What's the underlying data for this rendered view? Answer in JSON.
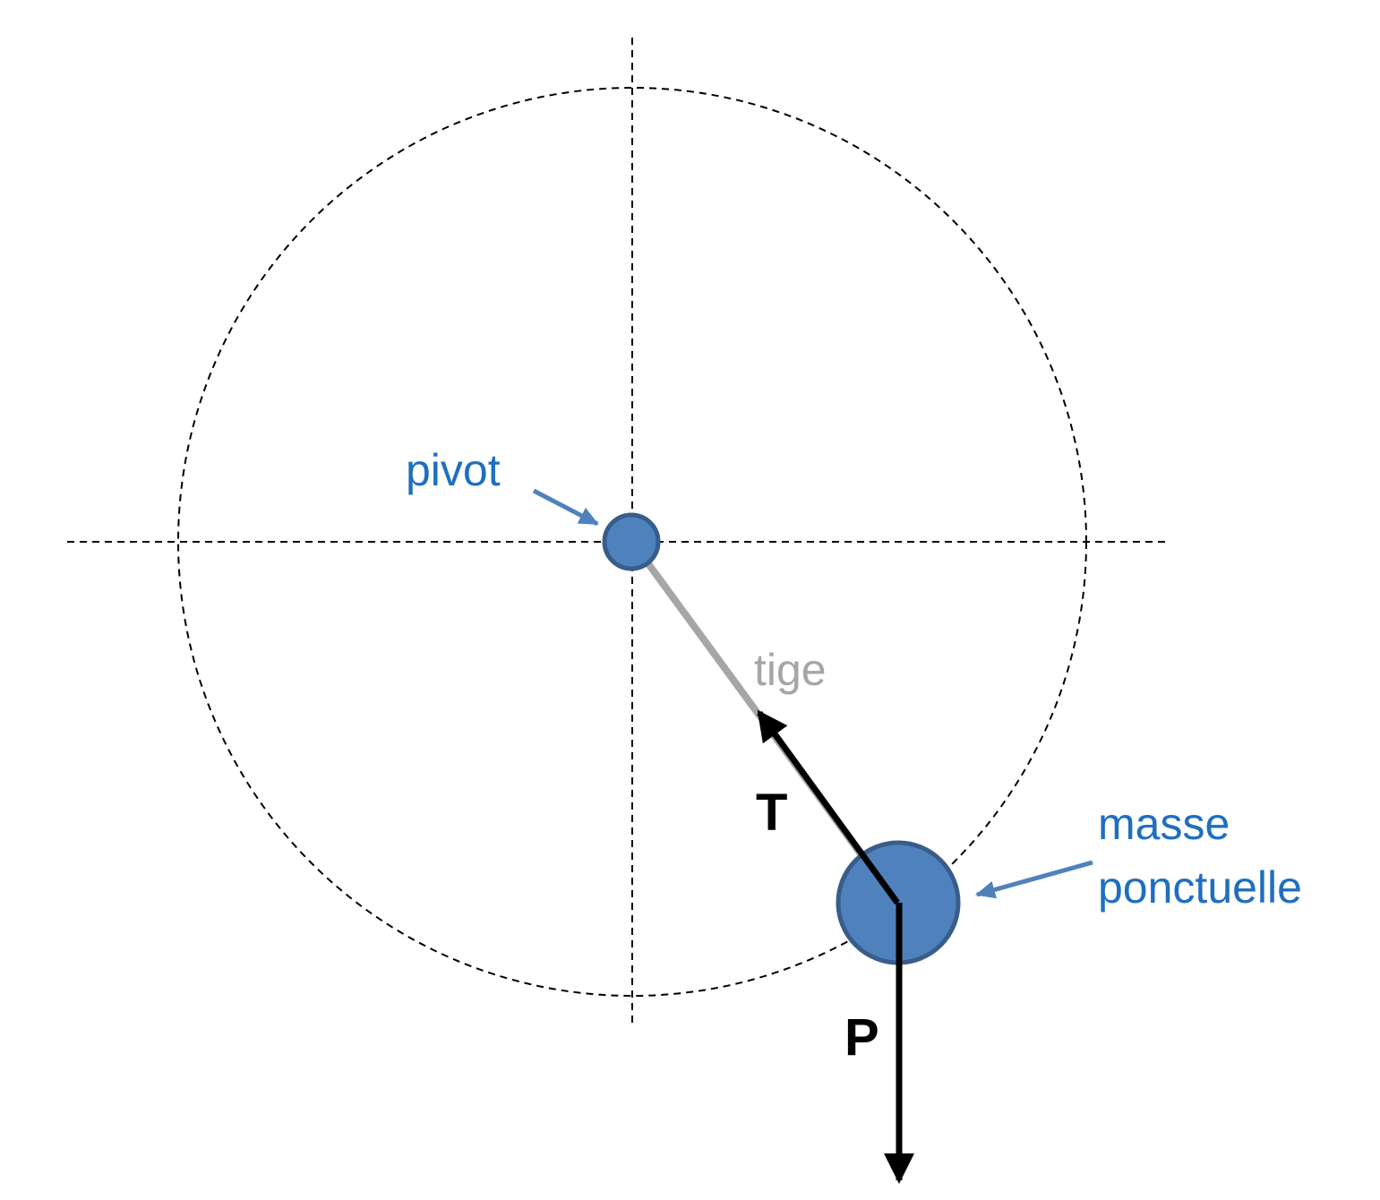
{
  "labels": {
    "pivot": "pivot",
    "rod": "tige",
    "mass_line1": "masse",
    "mass_line2": "ponctuelle",
    "tension": "T",
    "weight": "P"
  },
  "colors": {
    "mass_fill": "#4f81bd",
    "mass_stroke": "#385d8a",
    "label_blue": "#1f6fbf",
    "pointer_arrow": "#4f81bd",
    "rod": "#a6a6a6",
    "force_vectors": "#000000",
    "guide_lines": "#000000"
  },
  "icons": {
    "pivot": "small-filled-circle",
    "mass": "large-filled-circle",
    "tension": "black-arrow",
    "weight": "black-arrow"
  }
}
